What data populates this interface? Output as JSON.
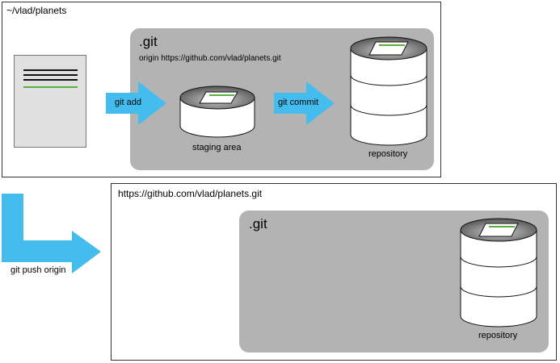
{
  "local": {
    "title": "~/vlad/planets",
    "git_dir": {
      "title": ".git",
      "remote": "origin https://github.com/vlad/planets.git",
      "staging_label": "staging area",
      "repository_label": "repository"
    },
    "arrows": {
      "add": "git add",
      "commit": "git commit"
    }
  },
  "push": {
    "label": "git push origin"
  },
  "remote": {
    "title": "https://github.com/vlad/planets.git",
    "git_dir": {
      "title": ".git",
      "repository_label": "repository"
    }
  },
  "colors": {
    "arrow": "#45bcee",
    "git_box": "#b3b3b3",
    "document": "#e0e0e1",
    "green_line": "#5ab03a"
  }
}
